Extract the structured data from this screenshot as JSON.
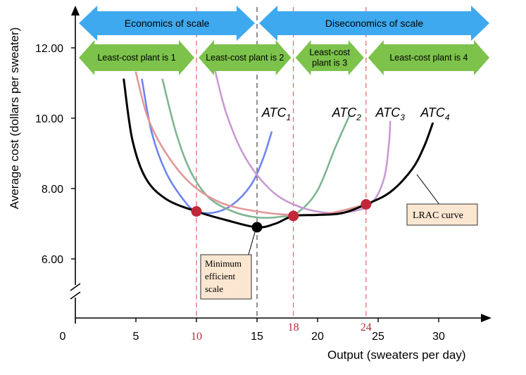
{
  "chart_data": {
    "type": "line",
    "xlabel": "Output (sweaters per day)",
    "ylabel": "Average cost (dollars per sweater)",
    "xlim": [
      0,
      33
    ],
    "ylim": [
      4.2,
      13.2
    ],
    "x_ticks": [
      {
        "value": 0,
        "label": "0"
      },
      {
        "value": 5,
        "label": "5"
      },
      {
        "value": 10,
        "label": "10"
      },
      {
        "value": 15,
        "label": "15"
      },
      {
        "value": 20,
        "label": "20"
      },
      {
        "value": 25,
        "label": "25"
      },
      {
        "value": 30,
        "label": "30"
      }
    ],
    "y_ticks": [
      {
        "value": 6,
        "label": "6.00"
      },
      {
        "value": 8,
        "label": "8.00"
      },
      {
        "value": 10,
        "label": "10.00"
      },
      {
        "value": 12,
        "label": "12.00"
      }
    ],
    "series": [
      {
        "name": "ATC1",
        "color": "#6f85f0",
        "points": [
          [
            5.5,
            11.1
          ],
          [
            6.3,
            9.6
          ],
          [
            7.5,
            8.45
          ],
          [
            9,
            7.65
          ],
          [
            10,
            7.35
          ],
          [
            11.5,
            7.32
          ],
          [
            13,
            7.55
          ],
          [
            14.5,
            8.1
          ],
          [
            15.5,
            8.85
          ],
          [
            16.2,
            9.6
          ]
        ]
      },
      {
        "name": "ATC2",
        "color": "#7fb592",
        "points": [
          [
            7.2,
            11.1
          ],
          [
            8.3,
            9.6
          ],
          [
            9.5,
            8.5
          ],
          [
            11,
            7.75
          ],
          [
            13,
            7.35
          ],
          [
            15,
            7.18
          ],
          [
            17,
            7.2
          ],
          [
            18.4,
            7.33
          ],
          [
            20,
            7.95
          ],
          [
            21.5,
            9.2
          ],
          [
            22.6,
            10.05
          ]
        ]
      },
      {
        "name": "ATC3",
        "color": "#c79bd2",
        "points": [
          [
            11.5,
            11.4
          ],
          [
            12.5,
            10.1
          ],
          [
            14,
            8.9
          ],
          [
            16,
            8
          ],
          [
            18,
            7.55
          ],
          [
            20.5,
            7.32
          ],
          [
            23,
            7.36
          ],
          [
            24.5,
            7.6
          ],
          [
            25.5,
            8.3
          ],
          [
            25.9,
            9.3
          ],
          [
            26,
            9.9
          ]
        ]
      },
      {
        "name": "ATC4",
        "color": "#e29898",
        "points": [
          [
            5,
            11.3
          ],
          [
            6,
            10
          ],
          [
            7.5,
            9
          ],
          [
            9.5,
            8.15
          ],
          [
            12,
            7.6
          ],
          [
            15,
            7.35
          ],
          [
            18,
            7.25
          ],
          [
            21,
            7.3
          ],
          [
            24,
            7.55
          ]
        ]
      },
      {
        "name": "LRAC",
        "color": "#000000",
        "points": [
          [
            4,
            11.1
          ],
          [
            4.7,
            9.4
          ],
          [
            5.8,
            8.3
          ],
          [
            7.5,
            7.7
          ],
          [
            10,
            7.35
          ],
          [
            12.5,
            7.1
          ],
          [
            15,
            6.9
          ],
          [
            16.5,
            7
          ],
          [
            18,
            7.22
          ],
          [
            20,
            7.25
          ],
          [
            22,
            7.3
          ],
          [
            24,
            7.55
          ],
          [
            26,
            7.9
          ],
          [
            27.8,
            8.55
          ],
          [
            28.8,
            9.2
          ],
          [
            29.5,
            9.85
          ]
        ]
      }
    ],
    "markers": [
      {
        "x": 10,
        "y": 7.35,
        "color": "#c0283a"
      },
      {
        "x": 15,
        "y": 6.9,
        "color": "#000000"
      },
      {
        "x": 18,
        "y": 7.22,
        "color": "#c0283a"
      },
      {
        "x": 24,
        "y": 7.55,
        "color": "#c0283a"
      }
    ],
    "vlines": [
      {
        "x": 10,
        "color": "#e07070",
        "label": "10"
      },
      {
        "x": 15,
        "color": "#555555",
        "label": ""
      },
      {
        "x": 18,
        "color": "#e07070",
        "label": "18"
      },
      {
        "x": 24,
        "color": "#e07070",
        "label": "24"
      }
    ],
    "curve_labels": [
      {
        "text": "ATC",
        "sub": "1",
        "x": 15.4,
        "y": 10.0
      },
      {
        "text": "ATC",
        "sub": "2",
        "x": 21.2,
        "y": 10.0
      },
      {
        "text": "ATC",
        "sub": "3",
        "x": 24.8,
        "y": 10.0
      },
      {
        "text": "ATC",
        "sub": "4",
        "x": 28.5,
        "y": 10.0
      }
    ],
    "blue_arrows": [
      {
        "label": "Economics of scale",
        "x1": 0.3,
        "x2": 15
      },
      {
        "label": "Diseconomics of scale",
        "x1": 15,
        "x2": 33
      }
    ],
    "green_arrows": [
      {
        "lines": [
          "Least-cost plant is 1"
        ],
        "x1": 0.3,
        "x2": 10
      },
      {
        "lines": [
          "Least-cost plant is 2"
        ],
        "x1": 10,
        "x2": 18
      },
      {
        "lines": [
          "Least-cost",
          "plant is 3"
        ],
        "x1": 18,
        "x2": 24
      },
      {
        "lines": [
          "Least-cost plant is 4"
        ],
        "x1": 24,
        "x2": 33
      }
    ],
    "annotations": [
      {
        "id": "min-scale",
        "lines": [
          "Minimum",
          "efficient",
          "scale"
        ]
      },
      {
        "id": "lrac",
        "lines": [
          "LRAC curve"
        ]
      }
    ]
  }
}
